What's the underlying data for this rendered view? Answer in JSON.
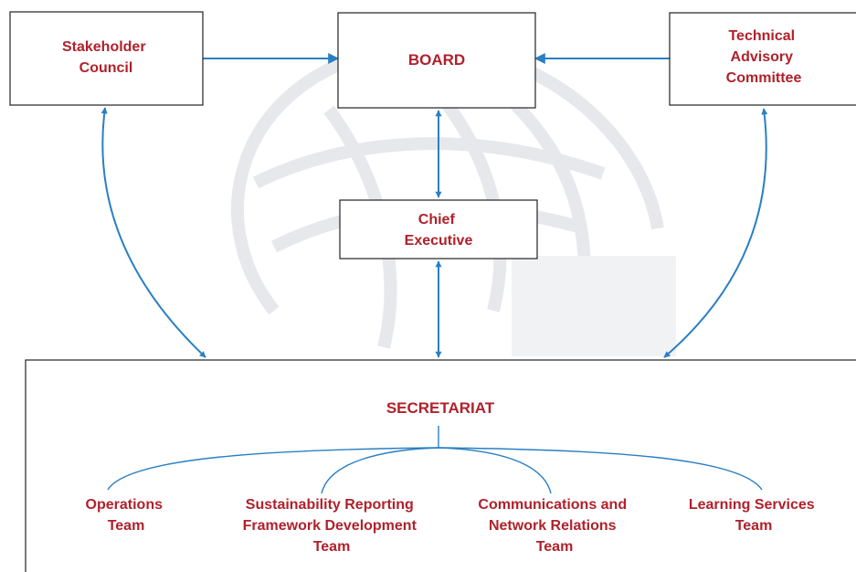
{
  "nodes": {
    "stakeholder": {
      "lines": [
        "Stakeholder",
        "Council"
      ]
    },
    "board": {
      "lines": [
        "BOARD"
      ]
    },
    "tac": {
      "lines": [
        "Technical",
        "Advisory",
        "Committee"
      ]
    },
    "chief": {
      "lines": [
        "Chief",
        "Executive"
      ]
    },
    "secretariat": {
      "label": "SECRETARIAT"
    }
  },
  "teams": [
    {
      "lines": [
        "Operations",
        "Team"
      ]
    },
    {
      "lines": [
        "Sustainability Reporting",
        "Framework Development",
        "Team"
      ]
    },
    {
      "lines": [
        "Communications and",
        "Network Relations",
        "Team"
      ]
    },
    {
      "lines": [
        "Learning Services",
        "Team"
      ]
    }
  ],
  "colors": {
    "text": "#b0212b",
    "arrow": "#2a7fc3",
    "box_border": "#222222",
    "watermark": "#e9ebee"
  }
}
